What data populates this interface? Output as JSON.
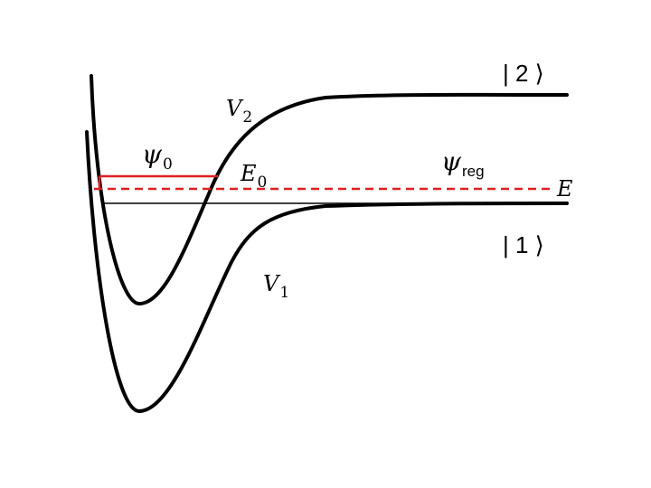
{
  "colors": {
    "curve": "#000000",
    "baseline": "#000000",
    "level": "#e02020"
  },
  "labels": {
    "ket2": "| 2 ⟩",
    "ket1": "| 1 ⟩",
    "V2_main": "V",
    "V2_sub": "2",
    "V1_main": "V",
    "V1_sub": "1",
    "psi0_main": "ψ",
    "psi0_sub": "0",
    "E0_main": "E",
    "E0_sub": "0",
    "psireg_main": "ψ",
    "psireg_sub": "reg",
    "E": "E"
  }
}
